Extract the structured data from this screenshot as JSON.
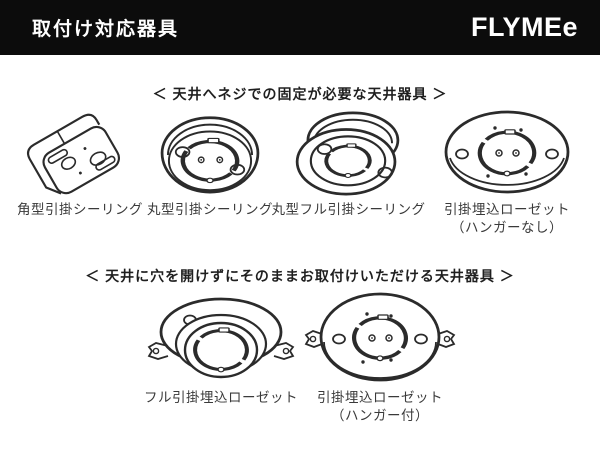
{
  "header": {
    "title": "取付け対応器具",
    "logo": "FLYMEe"
  },
  "section1": {
    "heading": "＜ 天井へネジでの固定が必要な天井器具 ＞",
    "items": [
      {
        "label": "角型引掛シーリング",
        "sublabel": "",
        "icon": "square-hook-ceiling-illustration"
      },
      {
        "label": "丸型引掛シーリング",
        "sublabel": "",
        "icon": "round-hook-ceiling-illustration"
      },
      {
        "label": "丸型フル引掛シーリング",
        "sublabel": "",
        "icon": "round-full-hook-ceiling-illustration"
      },
      {
        "label": "引掛埋込ローゼット",
        "sublabel": "（ハンガーなし）",
        "icon": "recessed-rosette-no-hanger-illustration"
      }
    ]
  },
  "section2": {
    "heading": "＜ 天井に穴を開けずにそのままお取付けいただける天井器具 ＞",
    "items": [
      {
        "label": "フル引掛埋込ローゼット",
        "sublabel": "",
        "icon": "full-hook-recessed-rosette-illustration"
      },
      {
        "label": "引掛埋込ローゼット",
        "sublabel": "（ハンガー付）",
        "icon": "recessed-rosette-with-hanger-illustration"
      }
    ]
  },
  "colors": {
    "header_bg": "#0c0c0c",
    "header_text": "#ffffff",
    "heading_text": "#1f1f1f",
    "label_text": "#3a3a3a",
    "line_art": "#2b2b2b",
    "background": "#ffffff"
  }
}
